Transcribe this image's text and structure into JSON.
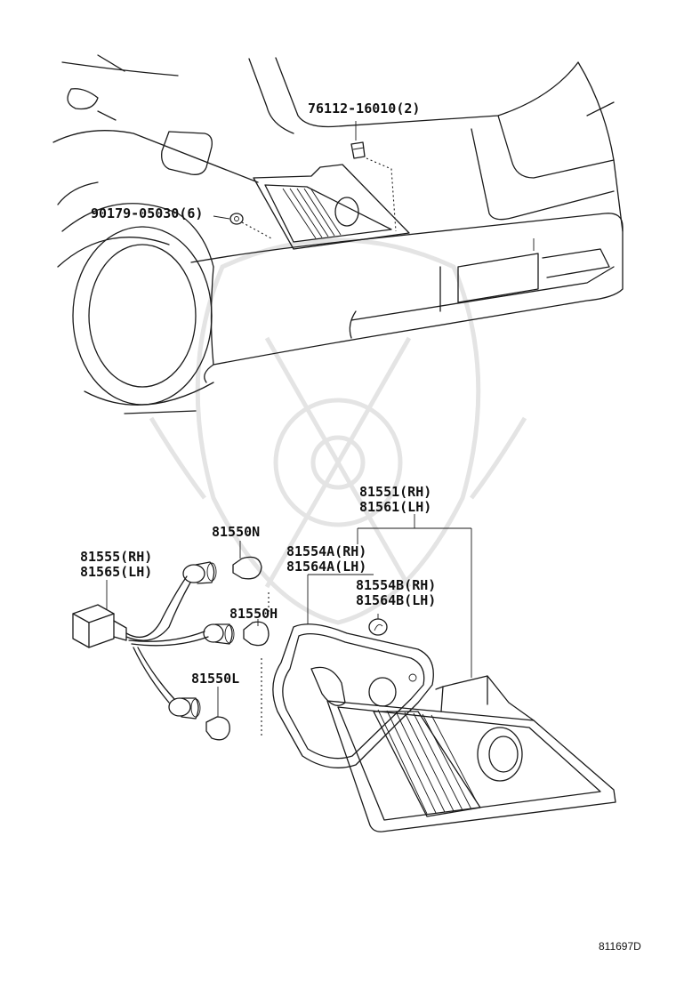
{
  "diagram": {
    "diagram_code": "811697D",
    "callouts": [
      {
        "id": "screw-top",
        "lines": [
          "76112-16010(2)"
        ]
      },
      {
        "id": "nut-left",
        "lines": [
          "90179-05030(6)"
        ]
      },
      {
        "id": "lamp-assembly",
        "lines": [
          "81551(RH)",
          "81561(LH)"
        ]
      },
      {
        "id": "bulb-n",
        "lines": [
          "81550N"
        ]
      },
      {
        "id": "socket-wire",
        "lines": [
          "81555(RH)",
          "81565(LH)"
        ]
      },
      {
        "id": "gasket",
        "lines": [
          "81554A(RH)",
          "81564A(LH)"
        ]
      },
      {
        "id": "clip",
        "lines": [
          "81554B(RH)",
          "81564B(LH)"
        ]
      },
      {
        "id": "bulb-h",
        "lines": [
          "81550H"
        ]
      },
      {
        "id": "bulb-l",
        "lines": [
          "81550L"
        ]
      }
    ]
  }
}
